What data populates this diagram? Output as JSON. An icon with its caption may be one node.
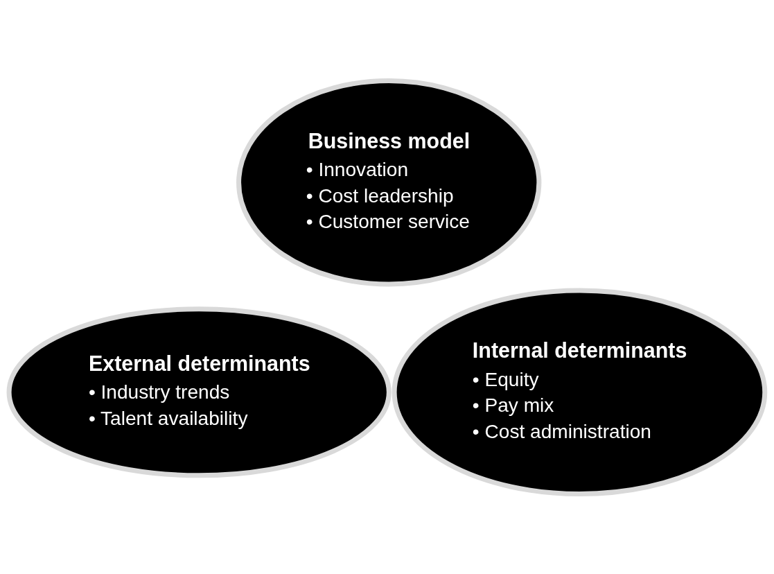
{
  "diagram": {
    "nodes": [
      {
        "text": [
          "Business model",
          "• Innovation",
          "• Cost leadership",
          "• Customer service"
        ]
      },
      {
        "text": [
          "External determinants",
          "• Industry trends",
          "• Talent availability"
        ]
      },
      {
        "text": [
          "Internal determinants",
          "• Equity",
          "• Pay mix",
          "• Cost administration"
        ]
      }
    ]
  }
}
